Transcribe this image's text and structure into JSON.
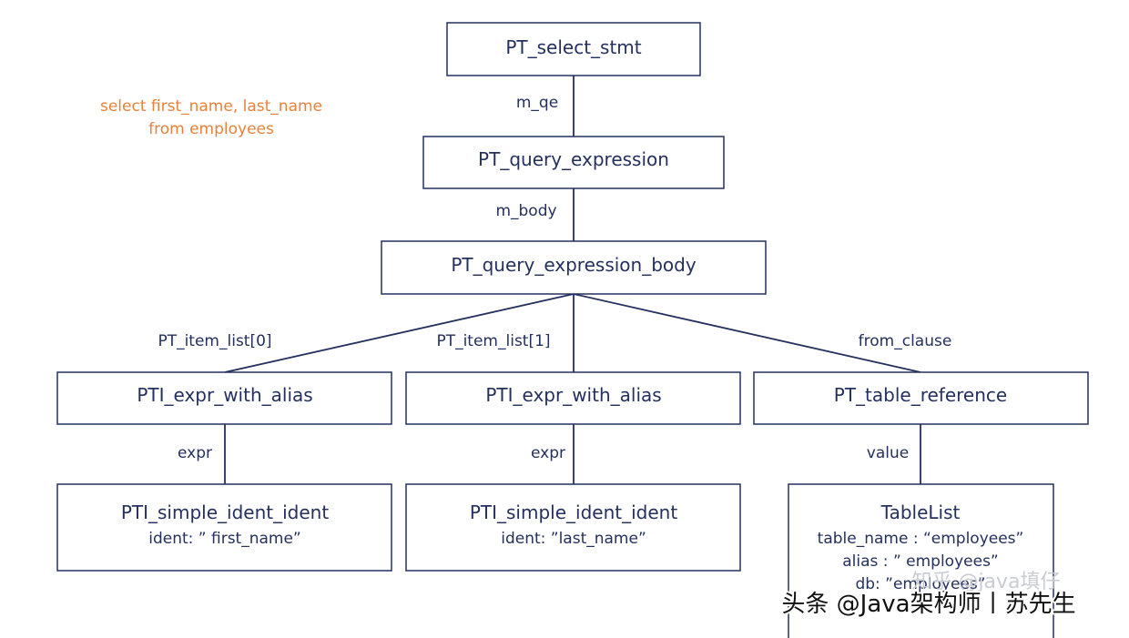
{
  "query": {
    "line1": "select first_name, last_name",
    "line2": "from employees"
  },
  "nodes": {
    "select_stmt": "PT_select_stmt",
    "query_expression": "PT_query_expression",
    "query_expression_body": "PT_query_expression_body",
    "expr_alias_0": "PTI_expr_with_alias",
    "expr_alias_1": "PTI_expr_with_alias",
    "table_reference": "PT_table_reference",
    "simple_ident_0": {
      "title": "PTI_simple_ident_ident",
      "detail": "ident: ” first_name”"
    },
    "simple_ident_1": {
      "title": "PTI_simple_ident_ident",
      "detail": "ident: ”last_name”"
    },
    "table_list": {
      "title": "TableList",
      "line1": "table_name : “employees”",
      "line2": "alias : ” employees”",
      "line3": "db: ”employees”"
    }
  },
  "edges": {
    "m_qe": "m_qe",
    "m_body": "m_body",
    "item_list_0": "PT_item_list[0]",
    "item_list_1": "PT_item_list[1]",
    "from_clause": "from_clause",
    "expr_0": "expr",
    "expr_1": "expr",
    "value": "value"
  },
  "watermark": {
    "faint": "知乎 @java填仔",
    "main": "头条 @Java架构师丨苏先生"
  },
  "colors": {
    "ink": "#24305e",
    "query": "#e8823a"
  }
}
